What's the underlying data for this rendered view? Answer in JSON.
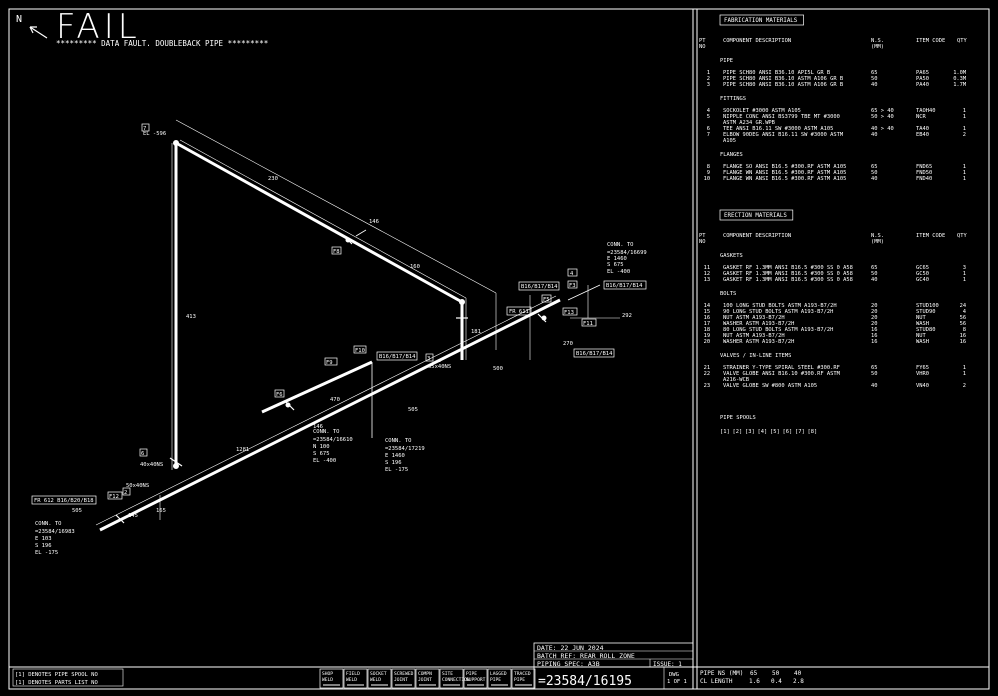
{
  "header": {
    "north": "N",
    "status": "FAIL",
    "subtitle": "********* DATA FAULT. DOUBLEBACK PIPE *********"
  },
  "fabrication": {
    "title": "FABRICATION MATERIALS",
    "col_pt": "PT",
    "col_no": "NO",
    "col_desc": "COMPONENT DESCRIPTION",
    "col_ns": "N.S.",
    "col_mm": "(MM)",
    "col_code": "ITEM CODE",
    "col_qty": "QTY",
    "sections": [
      {
        "name": "PIPE",
        "rows": [
          {
            "pt": "1",
            "desc": "PIPE SCH80 ANSI B36.10 API5L GR B",
            "ns": "65",
            "code": "PA65",
            "qty": "1.0M"
          },
          {
            "pt": "2",
            "desc": "PIPE SCH80 ANSI B36.10 ASTM A106 GR B",
            "ns": "50",
            "code": "PA50",
            "qty": "0.3M"
          },
          {
            "pt": "3",
            "desc": "PIPE SCH80 ANSI B36.10 ASTM A106 GR B",
            "ns": "40",
            "code": "PA40",
            "qty": "1.7M"
          }
        ]
      },
      {
        "name": "FITTINGS",
        "rows": [
          {
            "pt": "4",
            "desc": "SOCKOLET #3000 ASTM A105",
            "ns": "65 > 40",
            "code": "TAOH40",
            "qty": "1"
          },
          {
            "pt": "5",
            "desc": "NIPPLE CONC ANSI BS3799 TBE MT #3000",
            "desc2": "ASTM A234 GR.WPB",
            "ns": "50 > 40",
            "code": "NCR",
            "qty": "1"
          },
          {
            "pt": "6",
            "desc": "TEE ANSI B16.11 SW #3000 ASTM A105",
            "ns": "40 > 40",
            "code": "TA40",
            "qty": "1"
          },
          {
            "pt": "7",
            "desc": "ELBOW 90DEG ANSI B16.11 SW #3000 ASTM",
            "desc2": "A105",
            "ns": "40",
            "code": "EB40",
            "qty": "2"
          }
        ]
      },
      {
        "name": "FLANGES",
        "rows": [
          {
            "pt": "8",
            "desc": "FLANGE SO ANSI B16.5 #300.RF ASTM A105",
            "ns": "65",
            "code": "FND65",
            "qty": "1"
          },
          {
            "pt": "9",
            "desc": "FLANGE WN ANSI B16.5 #300.RF ASTM A105",
            "ns": "50",
            "code": "FND50",
            "qty": "1"
          },
          {
            "pt": "10",
            "desc": "FLANGE WN ANSI B16.5 #300.RF ASTM A105",
            "ns": "40",
            "code": "FND40",
            "qty": "1"
          }
        ]
      }
    ]
  },
  "erection": {
    "title": "ERECTION MATERIALS",
    "col_pt": "PT",
    "col_no": "NO",
    "col_desc": "COMPONENT DESCRIPTION",
    "col_ns": "N.S.",
    "col_mm": "(MM)",
    "col_code": "ITEM CODE",
    "col_qty": "QTY",
    "sections": [
      {
        "name": "GASKETS",
        "rows": [
          {
            "pt": "11",
            "desc": "GASKET RF 1.3MM ANSI B16.5 #300 SS 0 A58",
            "ns": "65",
            "code": "GC65",
            "qty": "3"
          },
          {
            "pt": "12",
            "desc": "GASKET RF 1.3MM ANSI B16.5 #300 SS 0 A58",
            "ns": "50",
            "code": "GC50",
            "qty": "1"
          },
          {
            "pt": "13",
            "desc": "GASKET RF 1.3MM ANSI B16.5 #300 SS 0 A58",
            "ns": "40",
            "code": "GC40",
            "qty": "1"
          }
        ]
      },
      {
        "name": "BOLTS",
        "rows": [
          {
            "pt": "14",
            "desc": "100 LONG STUD BOLTS ASTM A193-B7/2H",
            "ns": "20",
            "code": "STUD100",
            "qty": "24"
          },
          {
            "pt": "15",
            "desc": "90 LONG STUD BOLTS ASTM A193-B7/2H",
            "ns": "20",
            "code": "STUD90",
            "qty": "4"
          },
          {
            "pt": "16",
            "desc": "NUT ASTM A193-B7/2H",
            "ns": "20",
            "code": "NUT",
            "qty": "56"
          },
          {
            "pt": "17",
            "desc": "WASHER ASTM A193-B7/2H",
            "ns": "20",
            "code": "WASH",
            "qty": "56"
          },
          {
            "pt": "18",
            "desc": "80 LONG STUD BOLTS ASTM A193-B7/2H",
            "ns": "16",
            "code": "STUD80",
            "qty": "8"
          },
          {
            "pt": "19",
            "desc": "NUT ASTM A193-B7/2H",
            "ns": "16",
            "code": "NUT",
            "qty": "16"
          },
          {
            "pt": "20",
            "desc": "WASHER ASTM A193-B7/2H",
            "ns": "16",
            "code": "WASH",
            "qty": "16"
          }
        ]
      },
      {
        "name": "VALVES / IN-LINE ITEMS",
        "rows": [
          {
            "pt": "21",
            "desc": "STRAINER Y-TYPE SPIRAL STEEL #300.RF",
            "ns": "65",
            "code": "FY65",
            "qty": "1"
          },
          {
            "pt": "22",
            "desc": "VALVE GLOBE ANSI B16.10 #300.RF ASTM",
            "desc2": "A216-WCB",
            "ns": "50",
            "code": "VHR0",
            "qty": "1"
          },
          {
            "pt": "23",
            "desc": "VALVE GLOBE SW #800 ASTM A105",
            "ns": "40",
            "code": "VN40",
            "qty": "2"
          }
        ]
      }
    ],
    "spools_title": "PIPE SPOOLS",
    "spools": [
      "[1]",
      "[2]",
      "[3]",
      "[4]",
      "[5]",
      "[6]",
      "[7]",
      "[8]"
    ]
  },
  "drawing_labels": {
    "el_top": "EL -596",
    "conn_top1": "CONN. TO",
    "conn_top2": "=23584/16699",
    "conn_top3": "E 1460",
    "conn_top4": "S 675",
    "conn_top5": "EL -400",
    "conn_mid1": "CONN. TO",
    "conn_mid2": "=23584/16610",
    "conn_mid3": "N 100",
    "conn_mid4": "S 675",
    "conn_mid5": "EL -400",
    "conn_mid6": "CONN. TO",
    "conn_mid7": "=23584/17219",
    "conn_mid8": "E 1460",
    "conn_mid9": "S 196",
    "conn_mid10": "EL -175",
    "conn_bot1": "CONN. TO",
    "conn_bot2": "=23584/16983",
    "conn_bot3": "E 103",
    "conn_bot4": "S 196",
    "conn_bot5": "EL -175",
    "fr_left": "FR 612 B16/B20/B18",
    "fr_right": "FR 611",
    "flange_tag1": "B16/B17/B14",
    "flange_tag2": "B16/B17/B14",
    "flange_tag3": "B16/B17/B14",
    "flange_tag4": "B16/B17/B14",
    "tag_f10": "F10",
    "tag_f9": "F9",
    "tag_f11": "F11",
    "tag_f12": "F12",
    "tag_f8": "F8",
    "tag_f6": "F6",
    "tag_f13": "F13",
    "tag_f5": "F5",
    "tag_f3": "F3",
    "tag_3": "3",
    "tag_4": "4",
    "tag_7": "7",
    "tag_6": "6",
    "tag_2": "2",
    "loc_a": "40x40NS",
    "loc_b": "50x40NS",
    "loc_c": "65x40NS",
    "dim_146a": "146",
    "dim_146b": "146",
    "dim_165": "165",
    "dim_292": "292",
    "dim_270": "270",
    "dim_413": "413",
    "dim_500": "500",
    "dim_1281": "1281",
    "dim_470": "470",
    "dim_505": "505",
    "dim_181": "181",
    "dim_160": "160",
    "dim_230": "230",
    "dim_505b": "505",
    "dim_145": "145",
    "dim_n100": "N 100"
  },
  "title_block": {
    "date": "DATE: 22 JUN 2024",
    "batch": "BATCH REF: REAR ROLL ZONE",
    "piping_spec": "PIPING SPEC: A3B",
    "iso_ref": "ISSUE: 1",
    "drawing_number": "=23584/16195",
    "dwg_label": "DWG",
    "dwg_of": "1 OF 1",
    "pipe_ns_label": "PIPE NS (MM)",
    "pipe_ns_values": [
      "65",
      "50",
      "40"
    ],
    "cl_length_label": "CL LENGTH",
    "cl_length_values": [
      "1.6",
      "0.4",
      "2.8"
    ]
  },
  "legend_notes": {
    "note1": "[1] DENOTES PIPE SPOOL NO",
    "note2": "[1] DENOTES PARTS LIST NO"
  },
  "legend_symbols": [
    {
      "top": "SHOP",
      "bot": "WELD"
    },
    {
      "top": "FIELD",
      "bot": "WELD"
    },
    {
      "top": "SOCKET",
      "bot": "WELD"
    },
    {
      "top": "SCREWED",
      "bot": "JOINT"
    },
    {
      "top": "COMPN",
      "bot": "JOINT"
    },
    {
      "top": "SITE",
      "bot": "CONNECTION"
    },
    {
      "top": "PIPE",
      "bot": "SUPPORT"
    },
    {
      "top": "LAGGED",
      "bot": "PIPE"
    },
    {
      "top": "TRACED",
      "bot": "PIPE"
    }
  ]
}
